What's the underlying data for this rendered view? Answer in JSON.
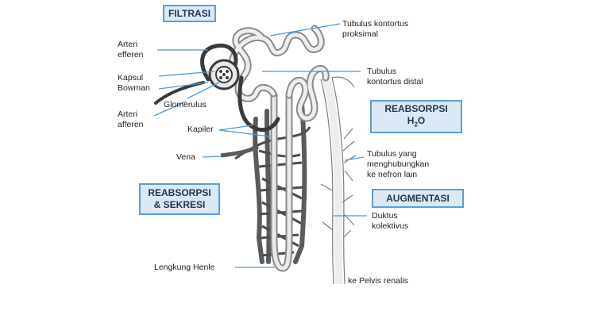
{
  "colors": {
    "box_fill": "#dbe8f5",
    "box_border": "#5b9fd6",
    "leader_line": "#4a9ad8",
    "tissue_dark": "#555555",
    "tissue_mid": "#8a8a8a",
    "tissue_light": "#c9c9c9"
  },
  "boxes": {
    "filtrasi": "FILTRASI",
    "reabsorpsi_h2o_line1": "REABSORPSI",
    "reabsorpsi_h2o_line2_main": "H",
    "reabsorpsi_h2o_line2_sub": "2",
    "reabsorpsi_h2o_line2_end": "O",
    "reabsorpsi_sekresi_line1": "REABSORPSI",
    "reabsorpsi_sekresi_line2": "& SEKRESI",
    "augmentasi": "AUGMENTASI"
  },
  "labels": {
    "arteri_efferen_1": "Arteri",
    "arteri_efferen_2": "efferen",
    "kapsul_bowman_1": "Kapsul",
    "kapsul_bowman_2": "Bowman",
    "glomerulus": "Glomerulus",
    "arteri_afferen_1": "Arteri",
    "arteri_afferen_2": "afferen",
    "kapiler": "Kapiler",
    "vena": "Vena",
    "lengkung_henle": "Lengkung Henle",
    "tubulus_proksimal_1": "Tubulus kontortus",
    "tubulus_proksimal_2": "proksimal",
    "tubulus_distal_1": "Tubulus",
    "tubulus_distal_2": "kontortus distal",
    "tubulus_penghubung_1": "Tubulus yang",
    "tubulus_penghubung_2": "menghubungkan",
    "tubulus_penghubung_3": "ke nefron lain",
    "duktus_1": "Duktus",
    "duktus_2": "kolektivus",
    "pelvis": "ke Pelvis renalis"
  }
}
